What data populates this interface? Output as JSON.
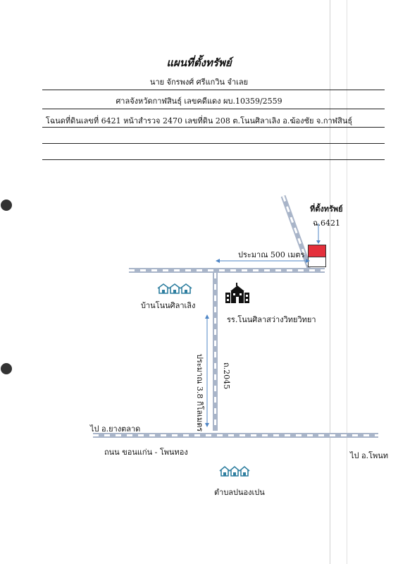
{
  "header": {
    "title": "แผนที่ตั้งทรัพย์",
    "owner": "นาย จักรพงศ์ ศรีแกวิน  จำเลย",
    "court_case": "ศาลจังหวัดกาฬสินธุ์  เลขคดีแดง ผบ.10359/2559",
    "deed_info": "โฉนดที่ดินเลขที่  6421 หน้าสำรวจ  2470 เลขที่ดิน 208 ต.โนนศิลาเลิง อ.ฆ้องชัย  จ.กาฬสินธุ์"
  },
  "map": {
    "property_label": "ที่ตั้งทรัพย์",
    "deed_no": "ฉ.6421",
    "distance_label": "ประมาณ 500 เมตร",
    "village_label": "บ้านโนนศิลาเลิง",
    "school_label": "รร.โนนศิลาสว่างวิทยวิทยา",
    "road_code": "ถ.2045",
    "vertical_distance": "ประมาณ 3.8 กิโลเมตร",
    "to_left": "ไป อ.ยางตลาด",
    "main_road": "ถนน ขอนแก่น - โพนทอง",
    "to_right": "ไป อ.โพนท",
    "subdistrict": "ตำบลปนองเปน"
  },
  "colors": {
    "road": "#a9b5c9",
    "arrow": "#4f86c6",
    "property_marker": "#e4303c",
    "icon_blue": "#2f7fa0"
  }
}
